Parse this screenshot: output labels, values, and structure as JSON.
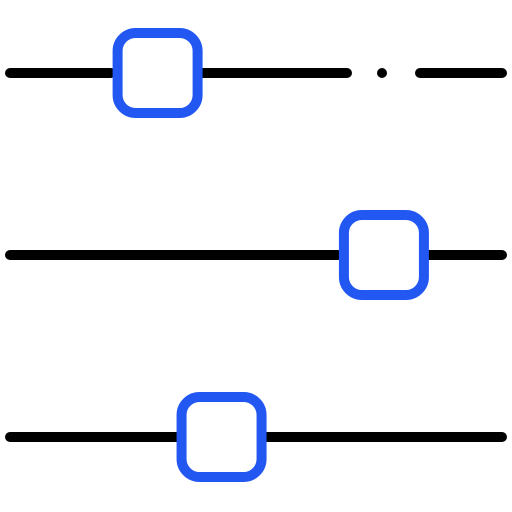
{
  "icon": {
    "name": "sliders-adjust-icon",
    "colors": {
      "track": "#000000",
      "handle_stroke": "#2257f2",
      "handle_fill": "#ffffff",
      "background": "#ffffff"
    }
  },
  "sliders": [
    {
      "name": "slider-top",
      "value": 0.3
    },
    {
      "name": "slider-middle",
      "value": 0.76
    },
    {
      "name": "slider-bottom",
      "value": 0.43
    }
  ]
}
